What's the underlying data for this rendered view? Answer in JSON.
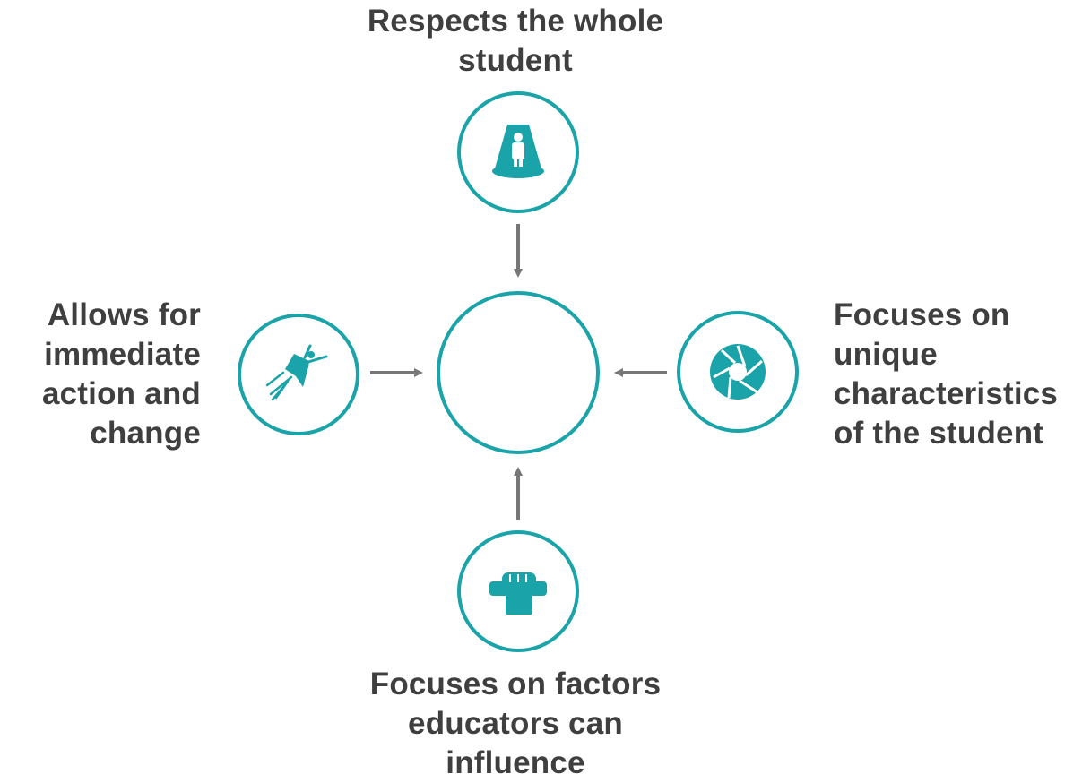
{
  "diagram": {
    "accent_color": "#1aa3a8",
    "arrow_color": "#777777",
    "center_label": "",
    "nodes": {
      "top": {
        "lines": [
          "Respects the whole",
          "student"
        ],
        "icon": "person-spotlight-icon"
      },
      "left": {
        "lines": [
          "Allows for",
          "immediate",
          "action and",
          "change"
        ],
        "icon": "flying-hero-icon"
      },
      "right": {
        "lines": [
          "Focuses on",
          "unique",
          "characteristics",
          "of the student"
        ],
        "icon": "camera-aperture-icon"
      },
      "bottom": {
        "lines": [
          "Focuses on factors",
          "educators can",
          "influence"
        ],
        "icon": "fist-holding-bar-icon"
      }
    }
  }
}
